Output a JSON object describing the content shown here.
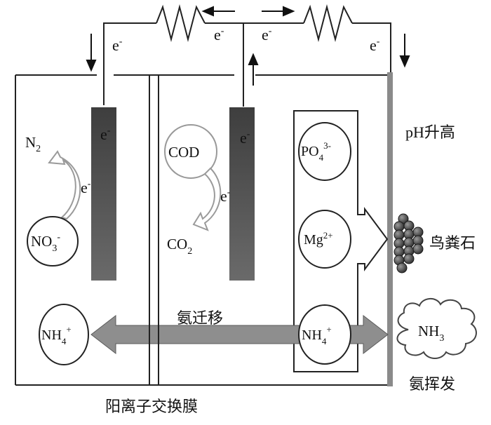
{
  "labels": {
    "electron": "e",
    "electron_charge": "-",
    "n2_base": "N",
    "n2_sub": "2",
    "no3_base": "NO",
    "no3_sub": "3",
    "no3_sup": "-",
    "cod": "COD",
    "co2_base": "CO",
    "co2_sub": "2",
    "po4_base": "PO",
    "po4_sub": "4",
    "po4_sup": "3-",
    "mg_base": "Mg",
    "mg_sup": "2+",
    "nh4_base": "NH",
    "nh4_sub": "4",
    "nh4_sup": "+",
    "nh3_base": "NH",
    "nh3_sub": "3",
    "ph_rise": "pH升高",
    "struvite": "鸟粪石",
    "ammonia_migration": "氨迁移",
    "ammonia_volatilization": "氨挥发",
    "membrane": "阳离子交换膜"
  }
}
